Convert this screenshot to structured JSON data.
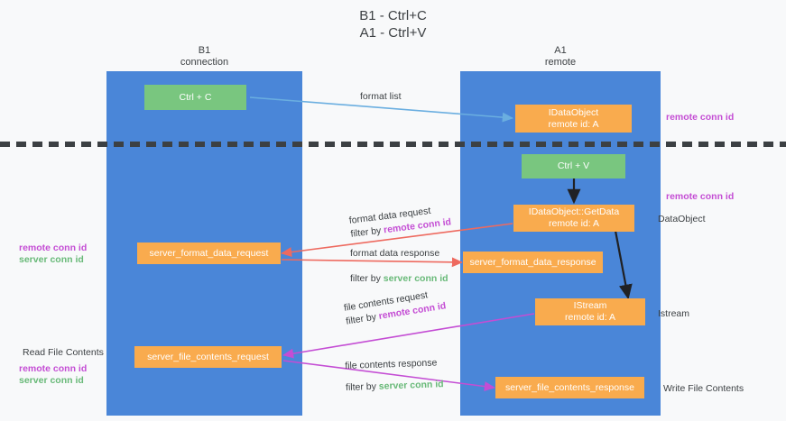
{
  "title": {
    "line1": "B1 - Ctrl+C",
    "line2": "A1 - Ctrl+V"
  },
  "lanes": [
    {
      "id": "b1",
      "name": "B1",
      "role": "connection"
    },
    {
      "id": "a1",
      "name": "A1",
      "role": "remote"
    }
  ],
  "colors": {
    "lane": "#4a86d8",
    "green_box": "#79c67f",
    "orange_box": "#f9ab4e",
    "remote_conn_id": "#c44dd4",
    "server_conn_id": "#68b978",
    "format_arrow": "#ee6a5f",
    "file_arrow": "#c44dd4",
    "format_list_arrow": "#6aaee0",
    "flow_arrow": "#202124",
    "separator": "#3c4043",
    "background": "#f8f9fa"
  },
  "boxes": [
    {
      "id": "ctrl-c",
      "lane": "b1",
      "kind": "green",
      "line1": "Ctrl + C",
      "line2": ""
    },
    {
      "id": "idataobject",
      "lane": "a1",
      "kind": "orange",
      "line1": "IDataObject",
      "line2": "remote id: A"
    },
    {
      "id": "ctrl-v",
      "lane": "a1",
      "kind": "green",
      "line1": "Ctrl + V",
      "line2": ""
    },
    {
      "id": "idataobject-getdata",
      "lane": "a1",
      "kind": "orange",
      "line1": "IDataObject::GetData",
      "line2": "remote id: A"
    },
    {
      "id": "server-format-data-request",
      "lane": "b1",
      "kind": "orange",
      "line1": "server_format_data_request",
      "line2": ""
    },
    {
      "id": "server-format-data-response",
      "lane": "a1",
      "kind": "orange",
      "line1": "server_format_data_response",
      "line2": ""
    },
    {
      "id": "istream",
      "lane": "a1",
      "kind": "orange",
      "line1": "IStream",
      "line2": "remote id: A"
    },
    {
      "id": "server-file-contents-request",
      "lane": "b1",
      "kind": "orange",
      "line1": "server_file_contents_request",
      "line2": ""
    },
    {
      "id": "server-file-contents-response",
      "lane": "a1",
      "kind": "orange",
      "line1": "server_file_contents_response",
      "line2": ""
    }
  ],
  "edge_labels": {
    "format_list": "format list",
    "format_data_request": "format data request",
    "format_data_request_filter_prefix": "filter by ",
    "format_data_request_filter_key": "remote conn id",
    "format_data_response": "format data response",
    "format_data_response_filter_prefix": "filter by ",
    "format_data_response_filter_key": "server conn id",
    "file_contents_request": "file contents request",
    "file_contents_request_filter_prefix": "filter by ",
    "file_contents_request_filter_key": "remote conn id",
    "file_contents_response": "file contents response",
    "file_contents_response_filter_prefix": "filter by ",
    "file_contents_response_filter_key": "server conn id"
  },
  "annotations": {
    "right_top_remote": "remote conn id",
    "right_mid_remote": "remote conn id",
    "right_dataobject": "DataObject",
    "right_istream": "Istream",
    "right_write_file": "Write File Contents",
    "left_remote": "remote conn id",
    "left_server": "server conn id",
    "left_read_file": "Read File Contents",
    "left_remote_2": "remote conn id",
    "left_server_2": "server conn id"
  }
}
